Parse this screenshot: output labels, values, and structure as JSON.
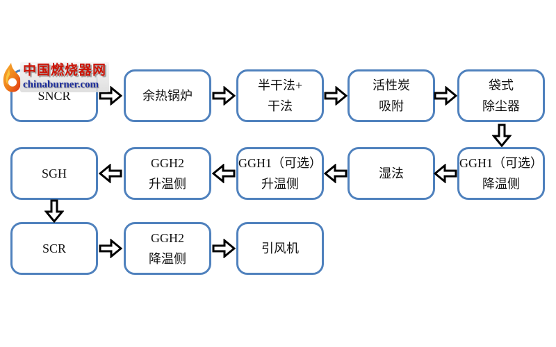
{
  "watermark": {
    "logo_icon": "flame-logo",
    "site_name": "中国燃烧器网",
    "site_url": "chinaburner.com",
    "name_color": "#cc1508",
    "url_color": "#1c2d9c"
  },
  "flow": {
    "style": {
      "box_border_color": "#4f81bd",
      "box_fill": "#ffffff",
      "text_color": "#111111",
      "arrow_fill": "#ffffff",
      "arrow_outline": "#000000"
    },
    "rows": [
      {
        "direction": "right",
        "boxes": [
          {
            "id": "sncr",
            "lines": [
              "SNCR"
            ]
          },
          {
            "id": "waste-heat-boiler",
            "lines": [
              "余热锅炉"
            ]
          },
          {
            "id": "semi-dry-plus-dry",
            "lines": [
              "半干法+",
              "干法"
            ]
          },
          {
            "id": "activated-carbon-adsorption",
            "lines": [
              "活性炭",
              "吸附"
            ]
          },
          {
            "id": "bag-filter",
            "lines": [
              "袋式",
              "除尘器"
            ]
          }
        ]
      },
      {
        "direction": "left",
        "boxes": [
          {
            "id": "sgh",
            "lines": [
              "SGH"
            ]
          },
          {
            "id": "ggh2-heating-side",
            "lines": [
              "GGH2",
              "升温侧"
            ]
          },
          {
            "id": "ggh1-optional-heating-side",
            "lines": [
              "GGH1（可选）",
              "升温侧"
            ]
          },
          {
            "id": "wet-process",
            "lines": [
              "湿法"
            ]
          },
          {
            "id": "ggh1-optional-cooling-side",
            "lines": [
              "GGH1（可选）",
              "降温侧"
            ]
          }
        ]
      },
      {
        "direction": "right",
        "boxes": [
          {
            "id": "scr",
            "lines": [
              "SCR"
            ]
          },
          {
            "id": "ggh2-cooling-side",
            "lines": [
              "GGH2",
              "降温侧"
            ]
          },
          {
            "id": "induced-draft-fan",
            "lines": [
              "引风机"
            ]
          }
        ]
      }
    ],
    "connections": [
      {
        "from": "SNCR",
        "to": "余热锅炉",
        "direction": "right"
      },
      {
        "from": "余热锅炉",
        "to": "半干法+干法",
        "direction": "right"
      },
      {
        "from": "半干法+干法",
        "to": "活性炭吸附",
        "direction": "right"
      },
      {
        "from": "活性炭吸附",
        "to": "袋式除尘器",
        "direction": "right"
      },
      {
        "from": "袋式除尘器",
        "to": "GGH1（可选）降温侧",
        "direction": "down"
      },
      {
        "from": "GGH1（可选）降温侧",
        "to": "湿法",
        "direction": "left"
      },
      {
        "from": "湿法",
        "to": "GGH1（可选）升温侧",
        "direction": "left"
      },
      {
        "from": "GGH1（可选）升温侧",
        "to": "GGH2升温侧",
        "direction": "left"
      },
      {
        "from": "GGH2升温侧",
        "to": "SGH",
        "direction": "left"
      },
      {
        "from": "SGH",
        "to": "SCR",
        "direction": "down"
      },
      {
        "from": "SCR",
        "to": "GGH2降温侧",
        "direction": "right"
      },
      {
        "from": "GGH2降温侧",
        "to": "引风机",
        "direction": "right"
      }
    ]
  }
}
